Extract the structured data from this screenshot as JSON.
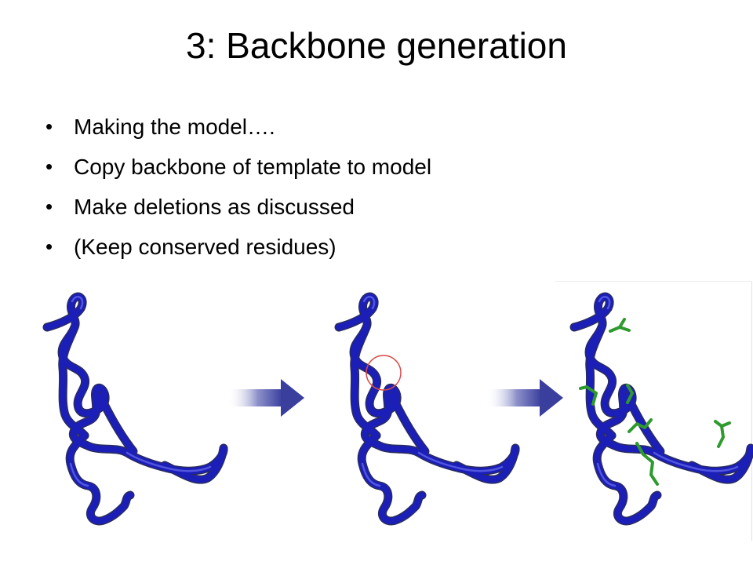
{
  "slide": {
    "title": "3: Backbone generation",
    "bullets": [
      "Making the model….",
      "Copy backbone of template to model",
      "Make deletions as discussed",
      "(Keep conserved residues)"
    ]
  },
  "figure": {
    "panels": [
      "template-backbone",
      "model-backbone-with-deletion",
      "model-with-conserved-side-chains"
    ],
    "backbone_color": "#1b1fb8",
    "sidechain_color": "#2e9a2e",
    "highlight_color": "#d94a4a",
    "arrow_color": "#3a3f9e"
  }
}
